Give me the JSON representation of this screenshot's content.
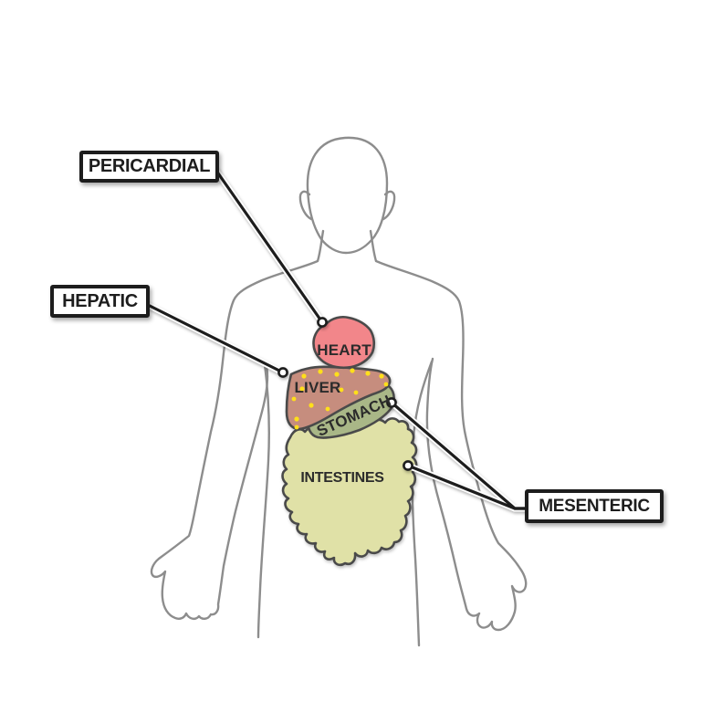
{
  "callouts": {
    "pericardial": {
      "label": "PERICARDIAL"
    },
    "hepatic": {
      "label": "HEPATIC"
    },
    "mesenteric": {
      "label": "MESENTERIC"
    }
  },
  "organs": {
    "heart": {
      "label": "HEART",
      "fill": "#f2868a"
    },
    "liver": {
      "label": "LIVER",
      "fill": "#c68d7e",
      "dot_color": "#ffdf1a"
    },
    "stomach": {
      "label": "STOMACH",
      "fill": "#a9b787"
    },
    "intestines": {
      "label": "INTESTINES",
      "fill": "#e0e1a7"
    }
  },
  "colors": {
    "background": "#ffffff",
    "body_outline": "#8d8d8d",
    "organ_outline": "#4a4a4a",
    "callout_line": "#1d1d1d",
    "callout_line_halo": "#ffffff",
    "label_border": "#1d1d1d",
    "label_background": "#ffffff",
    "label_text": "#1d1d1d",
    "organ_label_text": "#2b2b2b"
  }
}
